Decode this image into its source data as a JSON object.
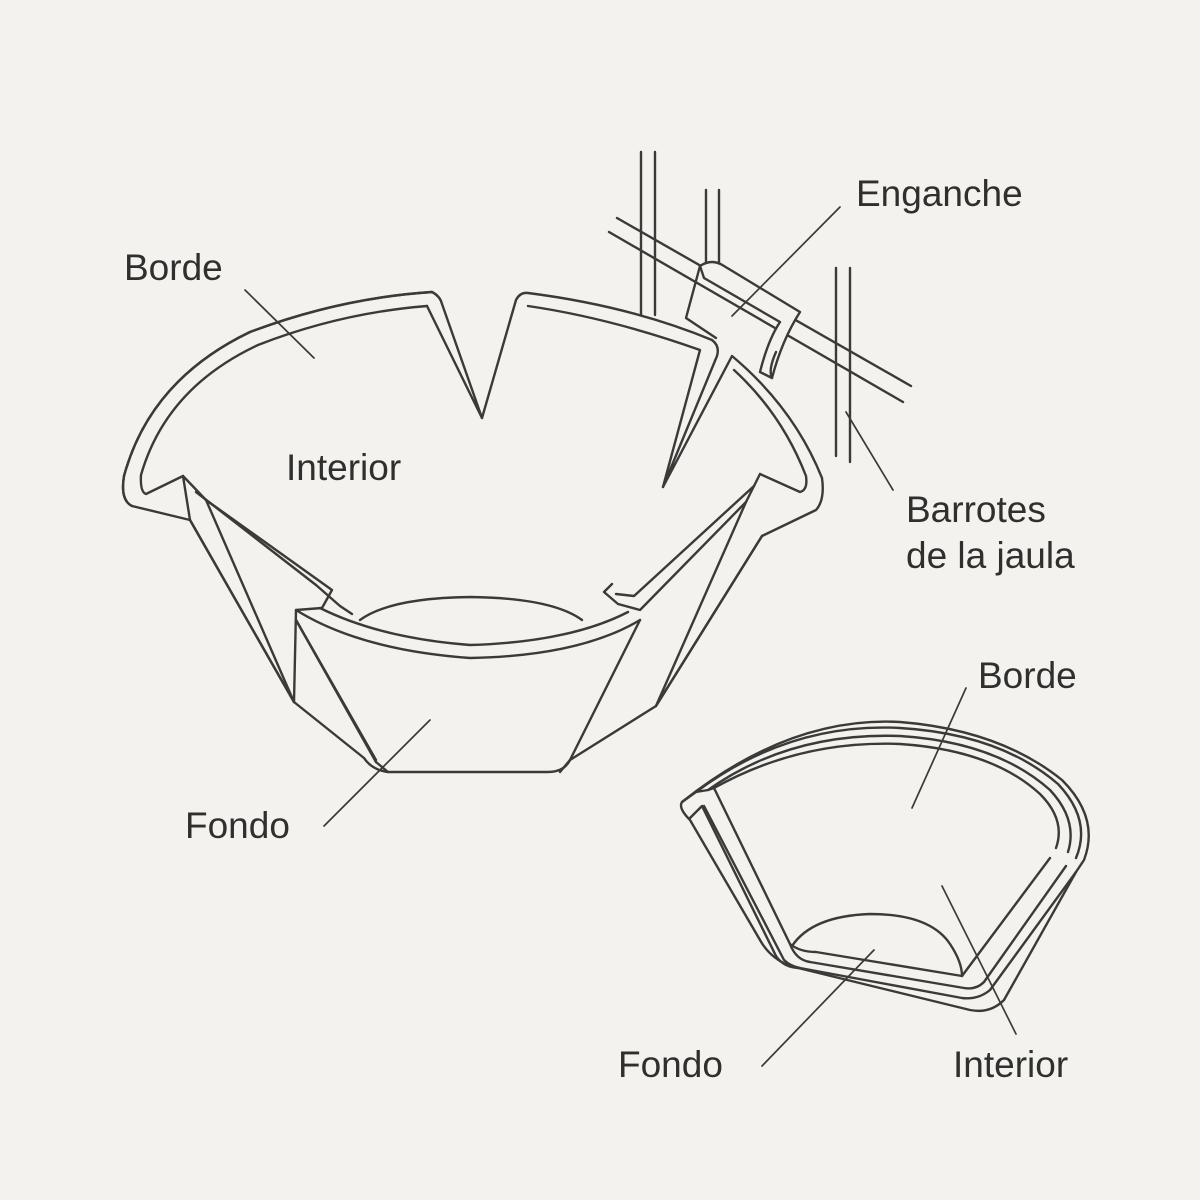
{
  "labels": {
    "borde_main": "Borde",
    "interior_main": "Interior",
    "fondo_main": "Fondo",
    "enganche": "Enganche",
    "barrotes_line1": "Barrotes",
    "barrotes_line2": "de la jaula",
    "borde_small": "Borde",
    "fondo_small": "Fondo",
    "interior_small": "Interior"
  },
  "colors": {
    "background": "#f3f2ee",
    "line": "#3a3a38",
    "text": "#2f2f2d"
  }
}
